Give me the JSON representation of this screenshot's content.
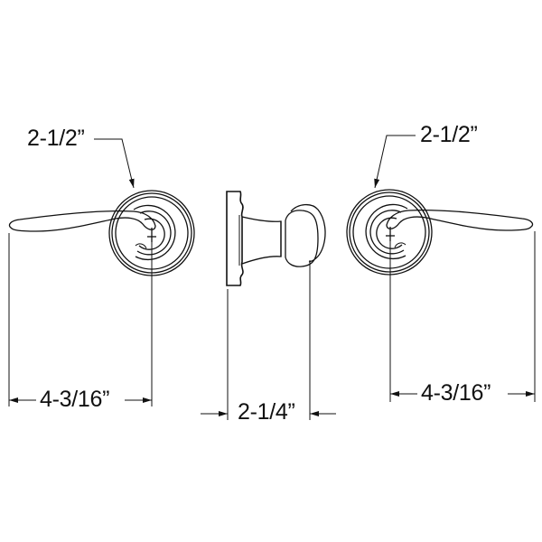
{
  "diagram": {
    "subject": "Lever door handle set - dimensional drawing",
    "views": [
      {
        "id": "left-lever-front",
        "description": "Front view of left-handed lever on round rosette"
      },
      {
        "id": "side-profile",
        "description": "Side profile of lever on rose plate"
      },
      {
        "id": "right-lever-front",
        "description": "Front view of right-handed lever on round rosette"
      }
    ],
    "dimensions": {
      "left_rosette_diameter": "2-1/2”",
      "right_rosette_diameter": "2-1/2”",
      "left_lever_length": "4-3/16”",
      "projection": "2-1/4”",
      "right_lever_length": "4-3/16”"
    },
    "colors": {
      "line": "#111111",
      "background": "#ffffff"
    }
  }
}
